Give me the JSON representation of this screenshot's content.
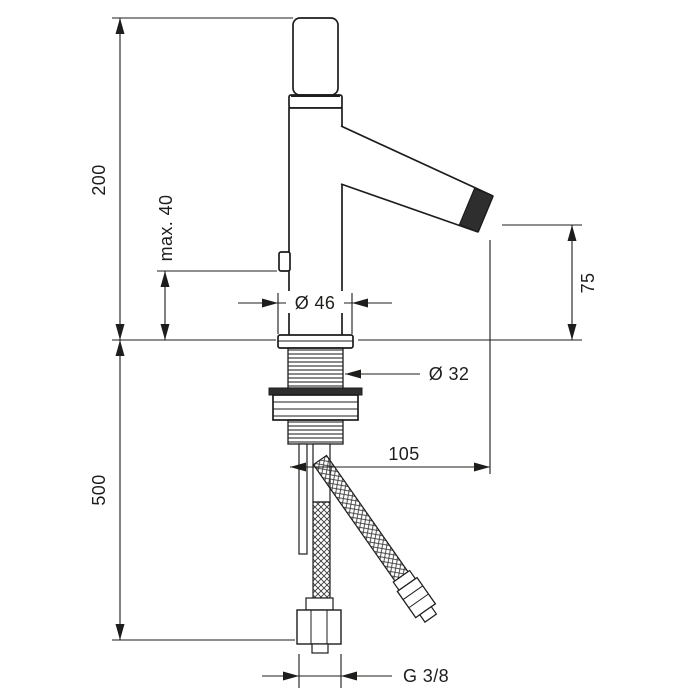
{
  "drawing": {
    "colors": {
      "line": "#1d1d1b",
      "background": "#ffffff",
      "aerator_fill": "#2e2e2e"
    },
    "labels": {
      "height_200": "200",
      "max_40": "max. 40",
      "depth_500": "500",
      "dia_46": "Ø 46",
      "dia_32": "Ø 32",
      "spout_height_75": "75",
      "reach_105": "105",
      "thread_g38": "G 3/8"
    }
  }
}
